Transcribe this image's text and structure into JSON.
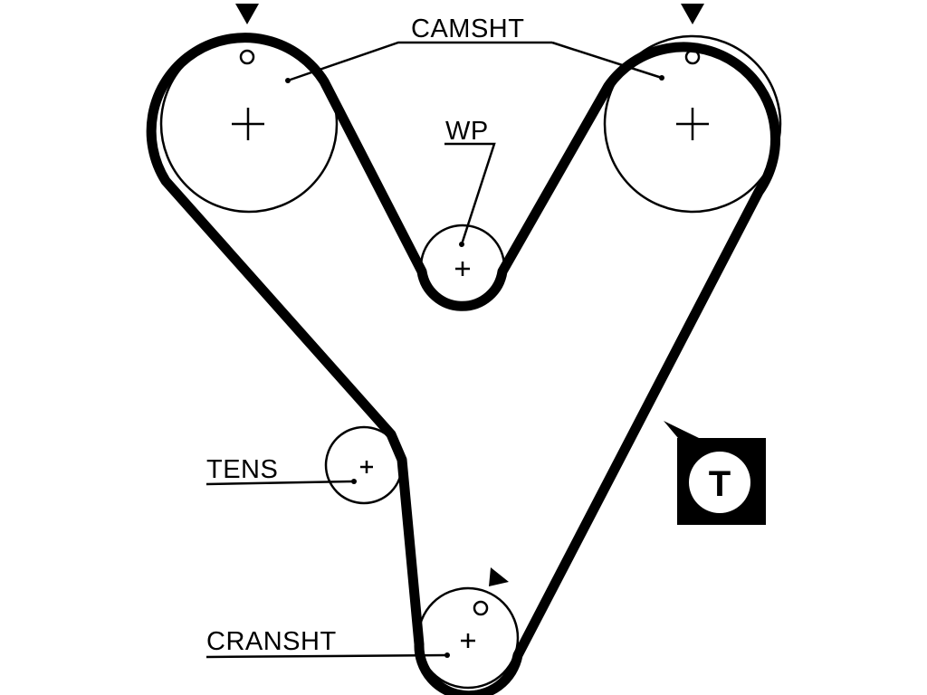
{
  "labels": {
    "camshaft": "CAMSHT",
    "water_pump": "WP",
    "tensioner": "TENS",
    "crankshaft": "CRANSHT",
    "tensioner_badge": "T"
  },
  "icons": {
    "timing_marks": "triangle-arrow-icon",
    "tensioner_badge": "tensioner-t-badge-icon"
  }
}
